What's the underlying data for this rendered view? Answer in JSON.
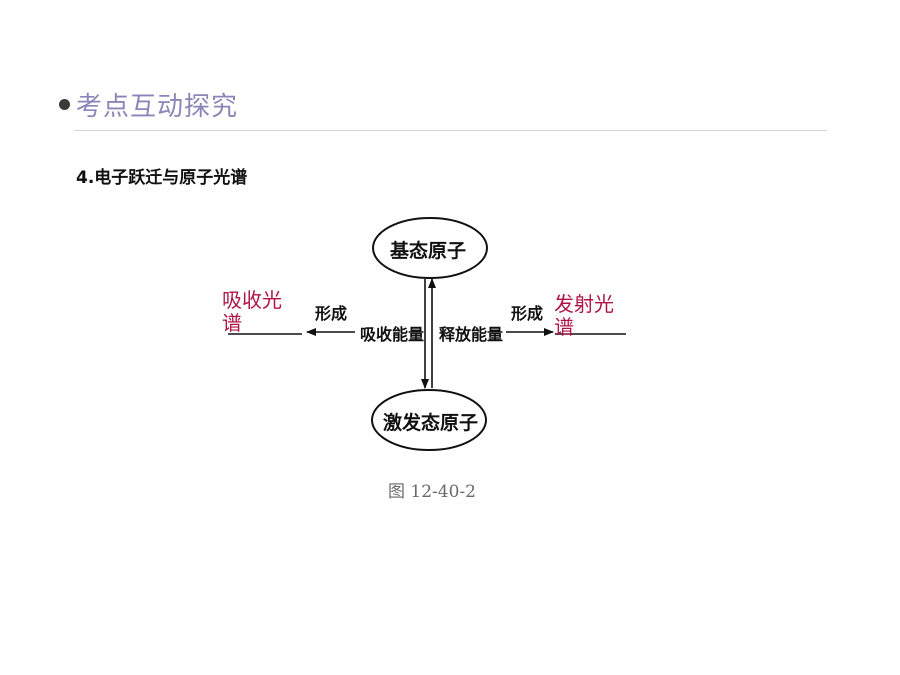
{
  "header": {
    "title": "考点互动探究"
  },
  "section": {
    "title": "4.电子跃迁与原子光谱"
  },
  "diagram": {
    "ground_state": "基态原子",
    "excited_state": "激发态原子",
    "absorb_energy": "吸收能量",
    "release_energy": "释放能量",
    "form_left": "形成",
    "form_right": "形成",
    "absorption_spectrum": {
      "line1": "吸收光",
      "line2": "谱"
    },
    "emission_spectrum": {
      "line1": "发射光",
      "line2": "谱"
    },
    "spectrum_color": "#b01645"
  },
  "figure": {
    "caption": "图 12-40-2"
  }
}
